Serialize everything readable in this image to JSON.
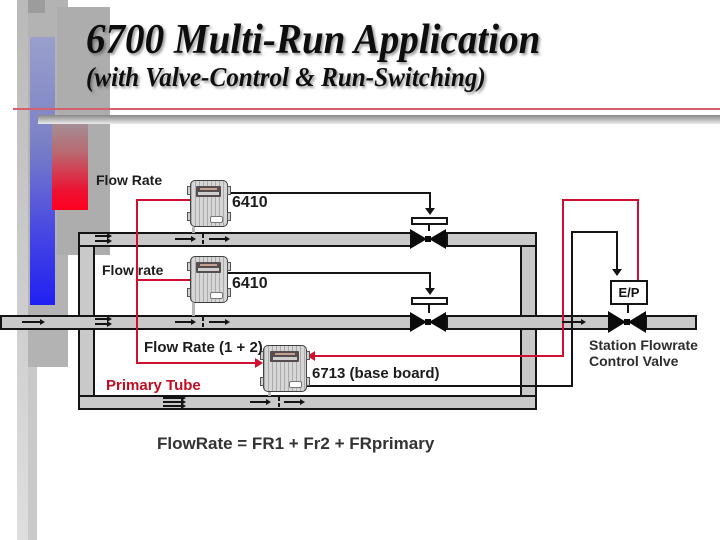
{
  "slide": {
    "title": "6700 Multi-Run Application",
    "subtitle": "(with Valve-Control & Run-Switching)",
    "formula": "FlowRate = FR1 + Fr2 + FRprimary"
  },
  "diagram": {
    "run1_label": "Flow Rate",
    "run2_label": "Flow rate",
    "sum_label": "Flow Rate (1 + 2)",
    "primary_tube_label": "Primary Tube",
    "run1_meter": "6410",
    "run2_meter": "6410",
    "base_board_label": "6713 (base board)",
    "ep_label": "E/P",
    "station_valve_label_line1": "Station Flowrate",
    "station_valve_label_line2": "Control Valve",
    "icons": {
      "valve": "bowtie-valve-icon",
      "actuator": "valve-actuator-icon",
      "flow": "flow-arrow-icon"
    },
    "colors": {
      "signal_red": "#d01030",
      "primary_label_red": "#c00d22",
      "pipe_fill": "#c9c9c9",
      "line_black": "#141414"
    }
  }
}
